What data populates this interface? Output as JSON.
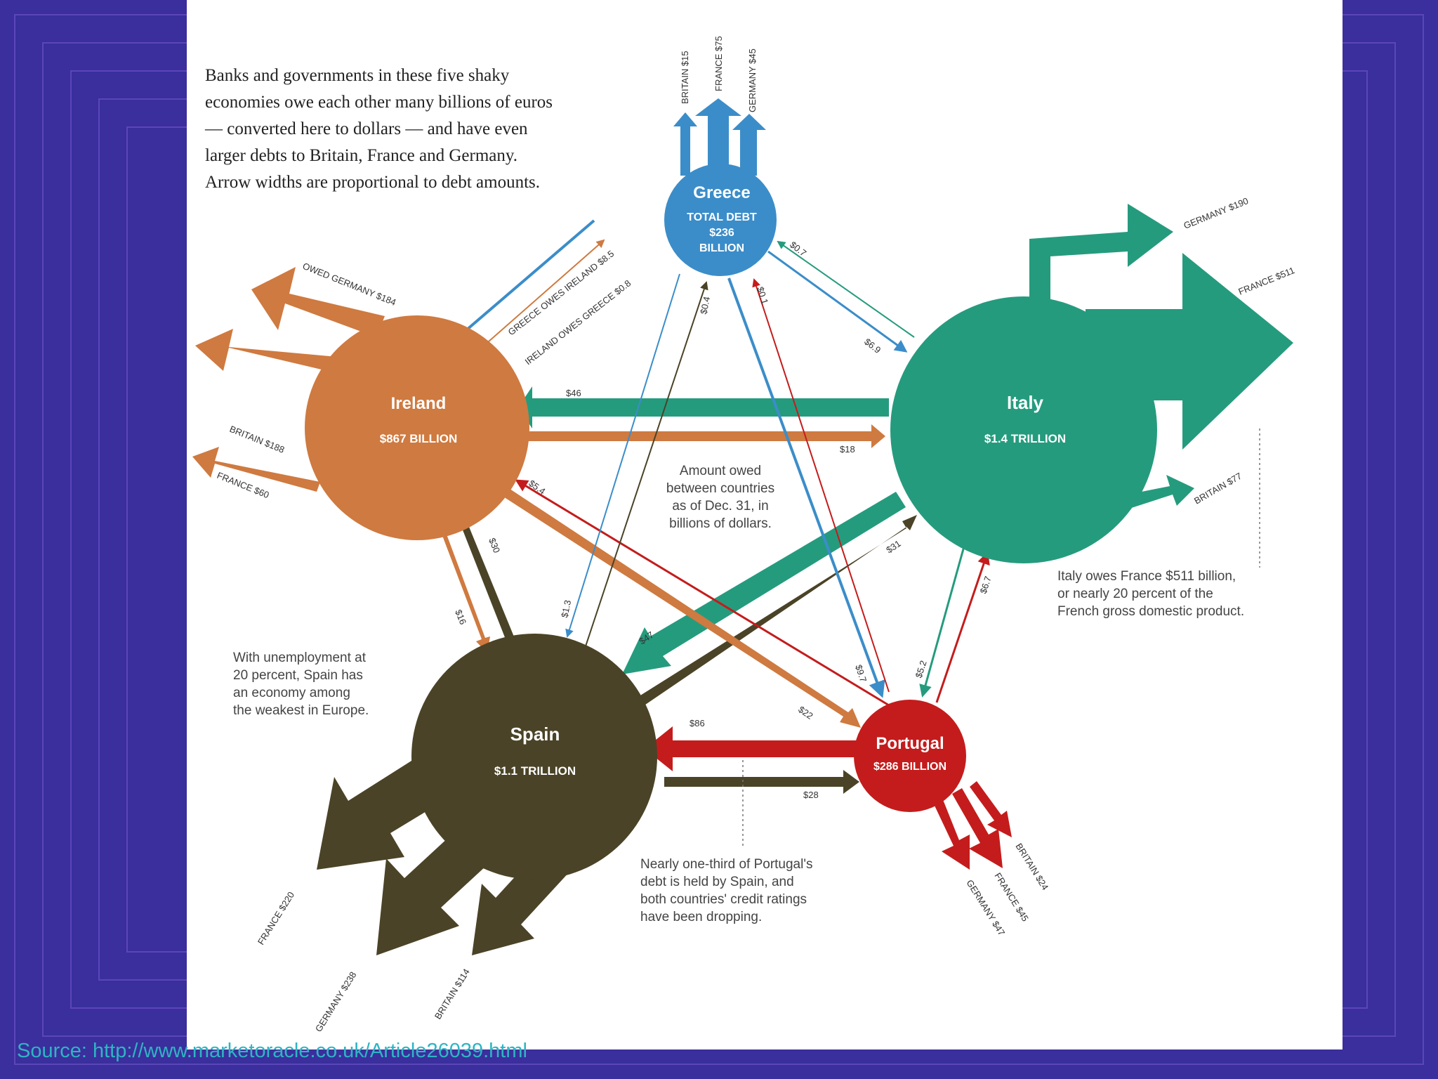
{
  "intro": [
    "Banks and governments in these five shaky",
    "economies owe each other many billions of euros",
    "— converted here to dollars — and have even",
    "larger debts to Britain, France and Germany.",
    "Arrow widths are proportional to debt amounts."
  ],
  "countries": {
    "greece": {
      "name": "Greece",
      "line1": "TOTAL DEBT",
      "line2": "$236",
      "line3": "BILLION",
      "color": "#3b8dc9"
    },
    "ireland": {
      "name": "Ireland",
      "line1": "$867 BILLION",
      "color": "#cf7a40"
    },
    "italy": {
      "name": "Italy",
      "line1": "$1.4 TRILLION",
      "color": "#259b7e"
    },
    "spain": {
      "name": "Spain",
      "line1": "$1.1 TRILLION",
      "color": "#4a4327"
    },
    "portugal": {
      "name": "Portugal",
      "line1": "$286 BILLION",
      "color": "#c41c1c"
    }
  },
  "outflows": {
    "greece": [
      "BRITAIN $15",
      "FRANCE $75",
      "GERMANY $45"
    ],
    "ireland": [
      "OWED GERMANY $184",
      "BRITAIN $188",
      "FRANCE $60"
    ],
    "italy": [
      "GERMANY $190",
      "FRANCE $511",
      "BRITAIN $77"
    ],
    "spain": [
      "FRANCE $220",
      "GERMANY $238",
      "BRITAIN $114"
    ],
    "portugal": [
      "BRITAIN $24",
      "FRANCE $45",
      "GERMANY $47"
    ]
  },
  "flow_labels": {
    "greece_owes_ireland": "GREECE OWES IRELAND $8.5",
    "ireland_owes_greece": "IRELAND OWES GREECE $0.8",
    "italy_to_ireland": "$46",
    "ireland_to_italy": "$18",
    "italy_to_greece": "$0.7",
    "greece_to_italy": "$6.9",
    "spain_to_greece": "$0.4",
    "portugal_to_greece": "$0.1",
    "greece_to_spain": "$1.3",
    "greece_to_portugal": "$9.7",
    "spain_to_ireland": "$30",
    "ireland_to_spain": "$16",
    "portugal_to_ireland": "$5.4",
    "ireland_to_portugal": "$22",
    "italy_to_spain": "$47",
    "spain_to_italy": "$31",
    "portugal_to_italy": "$6.7",
    "italy_to_portugal": "$5.2",
    "portugal_to_spain": "$86",
    "spain_to_portugal": "$28"
  },
  "center_note": [
    "Amount owed",
    "between countries",
    "as of Dec. 31, in",
    "billions of dollars."
  ],
  "italy_note": [
    "Italy owes France $511 billion,",
    "or nearly 20 percent of the",
    "French gross domestic product."
  ],
  "spain_note": [
    "With unemployment at",
    "20 percent, Spain has",
    "an economy among",
    "the weakest in Europe."
  ],
  "portugal_note": [
    "Nearly one-third of Portugal's",
    "debt is held by Spain, and",
    "both countries' credit ratings",
    "have been dropping."
  ],
  "source": "Source: http://www.marketoracle.co.uk/Article26039.html"
}
